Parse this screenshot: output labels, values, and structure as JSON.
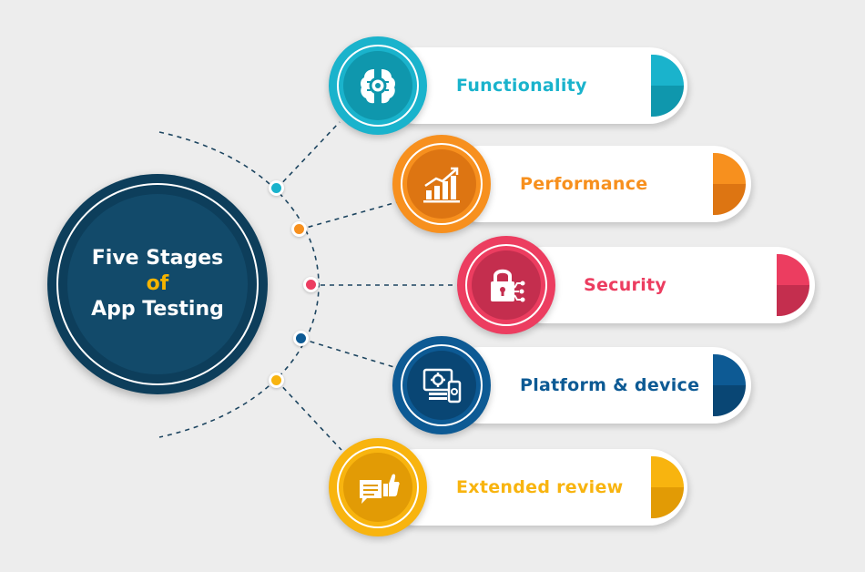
{
  "hub": {
    "line1": "Five Stages",
    "line2": "of",
    "line3": "App Testing"
  },
  "stages": [
    {
      "label": "Functionality",
      "icon": "brain-gear-icon",
      "color": "#1ab3cc",
      "dark": "#0f97ad"
    },
    {
      "label": "Performance",
      "icon": "growth-chart-icon",
      "color": "#f7901e",
      "dark": "#dd7512"
    },
    {
      "label": "Security",
      "icon": "padlock-network-icon",
      "color": "#ec3d60",
      "dark": "#c42e4e"
    },
    {
      "label": "Platform & device",
      "icon": "monitor-gear-icon",
      "color": "#0d5a94",
      "dark": "#094674"
    },
    {
      "label": "Extended review",
      "icon": "feedback-thumbs-up-icon",
      "color": "#f8b40f",
      "dark": "#e29b05"
    }
  ]
}
